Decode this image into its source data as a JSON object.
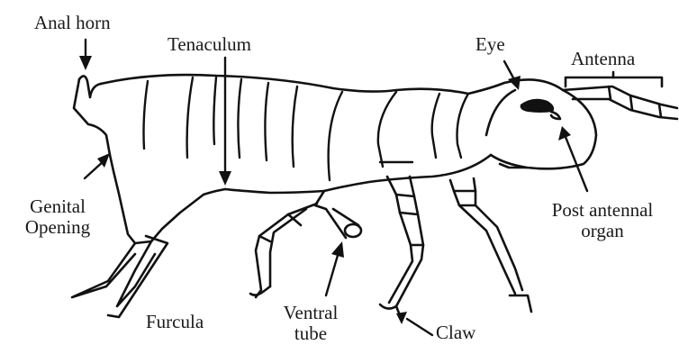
{
  "diagram": {
    "labels": {
      "anal_horn": "Anal horn",
      "tenaculum": "Tenaculum",
      "eye": "Eye",
      "antenna": "Antenna",
      "genital_opening_line1": "Genital",
      "genital_opening_line2": "Opening",
      "post_antennal_line1": "Post antennal",
      "post_antennal_line2": "organ",
      "furcula": "Furcula",
      "ventral_tube_line1": "Ventral",
      "ventral_tube_line2": "tube",
      "claw": "Claw"
    }
  }
}
